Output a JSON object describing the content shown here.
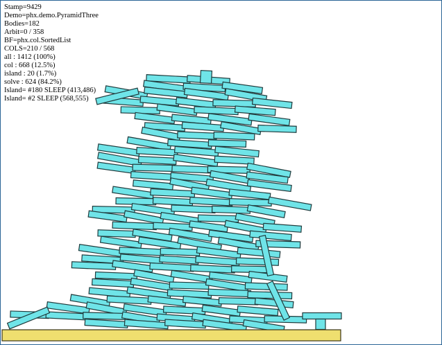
{
  "stats": {
    "stamp": "Stamp=9429",
    "demo": "Demo=phx.demo.PyramidThree",
    "bodies": "Bodies=182",
    "arbit": "Arbit=0 / 358",
    "bf": "BF=phx.col.SortedList",
    "cols": "COLS=210 / 568",
    "all": "all : 1412 (100%)",
    "col": "col : 668 (12.5%)",
    "island": "island : 20 (1.7%)",
    "solve": "solve : 624 (84.2%)",
    "island_sleep_1": "Island= #180 SLEEP (413,486)",
    "island_sleep_2": "Island= #2 SLEEP (568,555)"
  },
  "colors": {
    "block_fill": "#6fe4e8",
    "block_stroke": "#1f3a3c",
    "ground_fill": "#efdf6f",
    "ground_stroke": "#3a3418",
    "frame_border": "#2a6496"
  }
}
